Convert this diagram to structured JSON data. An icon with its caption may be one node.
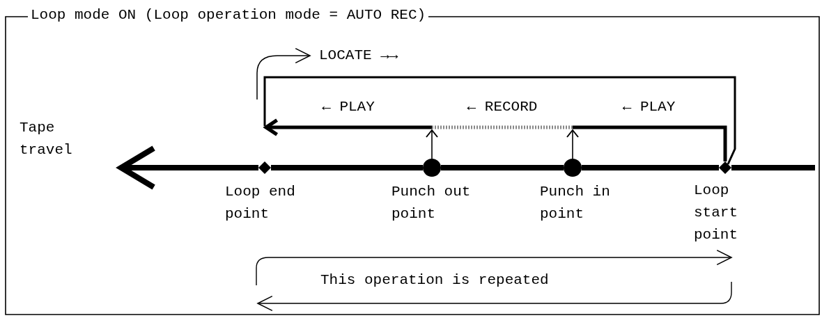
{
  "diagram": {
    "title": "Loop mode ON (Loop operation mode = AUTO REC)",
    "nodes": [
      {
        "text": [],
        "shape": "diamond",
        "beside": [
          "Loop end point"
        ]
      },
      {
        "text": [],
        "shape": "circle",
        "beside": [
          "Punch out point"
        ]
      },
      {
        "text": [],
        "shape": "circle",
        "beside": [
          "Punch in point"
        ]
      },
      {
        "text": [],
        "shape": "diamond",
        "beside": [
          "Loop start point"
        ]
      },
      {
        "text": [
          "Tape travel"
        ]
      }
    ],
    "edges": [
      {
        "from": null,
        "to": 3,
        "arrow": "none"
      },
      {
        "from": 3,
        "to": 2,
        "arrow": "none"
      },
      {
        "from": 2,
        "to": 1,
        "arrow": "none"
      },
      {
        "from": 1,
        "to": 0,
        "arrow": "none"
      },
      {
        "from": 0,
        "to": 4,
        "arrow": "to"
      },
      {
        "from": 3,
        "to": 2,
        "label": "← PLAY",
        "arrow": "none"
      },
      {
        "from": 2,
        "to": 1,
        "label": "← RECORD",
        "arrow": "none",
        "style": "dashed",
        "color": "#888888"
      },
      {
        "from": 1,
        "to": 0,
        "label": "← PLAY",
        "arrow": "to"
      },
      {
        "from": 0,
        "to": 3,
        "label": "LOCATE →→",
        "arrow": "none"
      },
      {
        "from": 2,
        "to": null,
        "arrow": "to"
      },
      {
        "from": 1,
        "to": null,
        "arrow": "to"
      }
    ],
    "labels": [
      "This operation is repeated"
    ]
  }
}
